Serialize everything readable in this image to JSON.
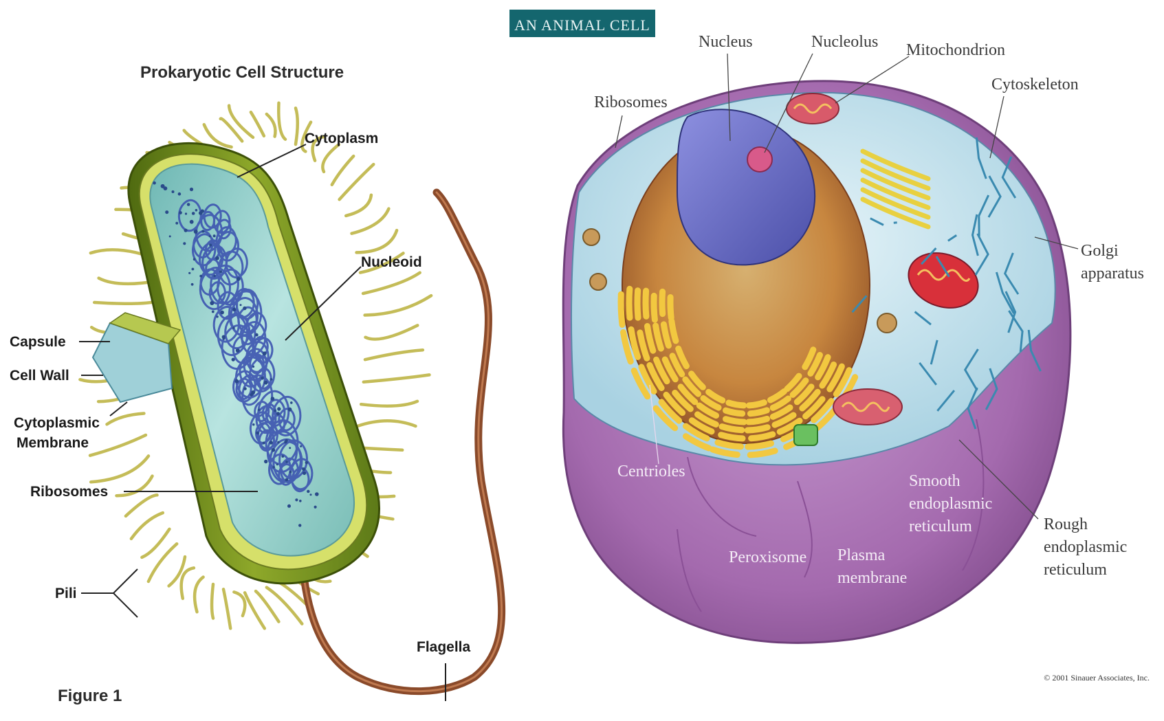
{
  "prokaryote": {
    "title": "Prokaryotic Cell Structure",
    "figure_label": "Figure 1",
    "labels": {
      "cytoplasm": "Cytoplasm",
      "nucleoid": "Nucleoid",
      "capsule": "Capsule",
      "cell_wall": "Cell Wall",
      "cytoplasmic_membrane_1": "Cytoplasmic",
      "cytoplasmic_membrane_2": "Membrane",
      "ribosomes": "Ribosomes",
      "pili": "Pili",
      "flagella": "Flagella"
    }
  },
  "animal": {
    "title": "AN ANIMAL CELL",
    "labels": {
      "nucleus": "Nucleus",
      "nucleolus": "Nucleolus",
      "mitochondrion": "Mitochondrion",
      "cytoskeleton": "Cytoskeleton",
      "ribosomes": "Ribosomes",
      "golgi_1": "Golgi",
      "golgi_2": "apparatus",
      "centrioles": "Centrioles",
      "peroxisome": "Peroxisome",
      "plasma_membrane_1": "Plasma",
      "plasma_membrane_2": "membrane",
      "smooth_er_1": "Smooth",
      "smooth_er_2": "endoplasmic",
      "smooth_er_3": "reticulum",
      "rough_er_1": "Rough",
      "rough_er_2": "endoplasmic",
      "rough_er_3": "reticulum"
    },
    "copyright": "© 2001 Sinauer Associates, Inc."
  },
  "colors": {
    "title_box": "#14666e",
    "cell_purple": "#a46aae",
    "cytoplasm_blue": "#bfe0ea",
    "nucleus_blue": "#6f73c8",
    "rough_er_gold": "#e0b030",
    "bacteria_outer": "#6a8a20",
    "bacteria_inner": "#8fd0c8",
    "flagellum": "#8a4a2a",
    "pili": "#c8c060"
  }
}
